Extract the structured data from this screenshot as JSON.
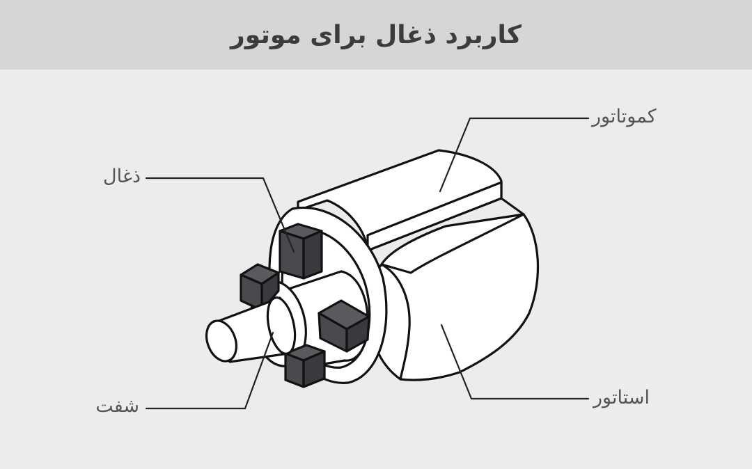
{
  "header": {
    "title": "کاربرد ذغال برای موتور"
  },
  "labels": {
    "commutator": "کموتاتور",
    "brush": "ذغال",
    "shaft": "شفت",
    "stator": "استاتور"
  },
  "colors": {
    "background": "#ececec",
    "header_background": "#d6d6d6",
    "brush_fill": "#4a4a4e",
    "outline": "#111111"
  }
}
